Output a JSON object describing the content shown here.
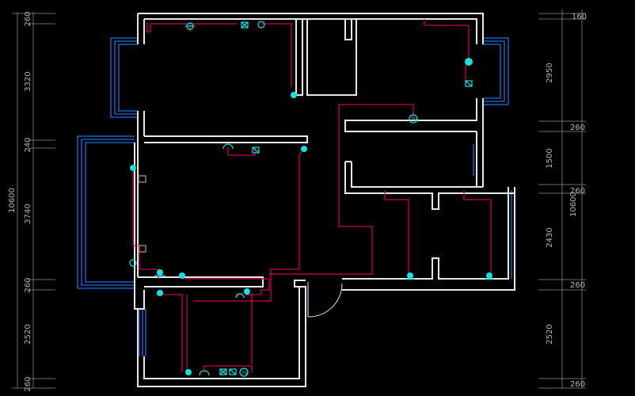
{
  "dimensions": {
    "left_total": "10600",
    "left_segments": [
      "260",
      "3320",
      "240",
      "3740",
      "260",
      "2520",
      "260"
    ],
    "right_total": "10600",
    "right_segments": [
      "160",
      "2950",
      "260",
      "1500",
      "260",
      "2430",
      "260",
      "2520",
      "260"
    ]
  },
  "colors": {
    "background": "#000000",
    "walls": "#e8e8e8",
    "windows": "#1e6fe0",
    "wiring": "#c8005a",
    "fixtures": "#18e0e0",
    "dimension_lines": "#8a8a8a"
  },
  "fixtures": [
    "light-icon",
    "socket-icon",
    "switch-icon",
    "tv-socket-icon"
  ]
}
